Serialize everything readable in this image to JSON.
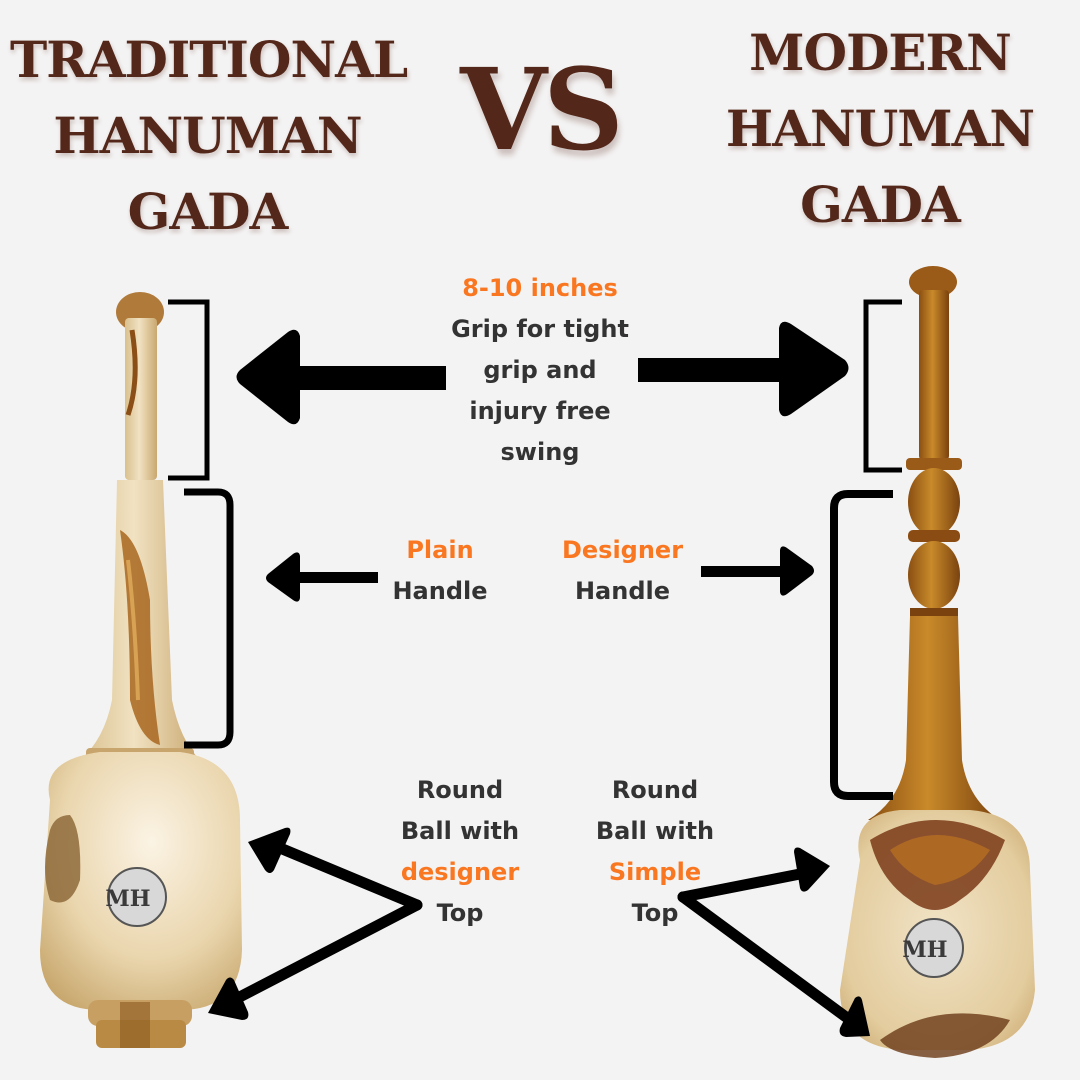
{
  "header": {
    "left_title": [
      "TRADITIONAL",
      "HANUMAN",
      "GADA"
    ],
    "vs": "VS",
    "right_title": [
      "MODERN",
      "HANUMAN",
      "GADA"
    ]
  },
  "annotations": {
    "grip": {
      "highlight": "8-10 inches",
      "lines": [
        "Grip for tight",
        "grip and",
        "injury free",
        "swing"
      ]
    },
    "handle_left": {
      "highlight": "Plain",
      "text": "Handle"
    },
    "handle_right": {
      "highlight": "Designer",
      "text": "Handle"
    },
    "ball_left": {
      "lines_before": [
        "Round",
        "Ball with"
      ],
      "highlight": "designer",
      "line_after": "Top"
    },
    "ball_right": {
      "lines_before": [
        "Round",
        "Ball with"
      ],
      "highlight": "Simple",
      "line_after": "Top"
    }
  },
  "products": {
    "left": {
      "name": "Traditional Hanuman Gada",
      "badge": "MH"
    },
    "right": {
      "name": "Modern Hanuman Gada",
      "badge": "MH"
    }
  },
  "colors": {
    "background": "#f4f3f3",
    "title": "#53281a",
    "highlight": "#fa7722",
    "body_text": "#333333",
    "arrow": "#000000"
  }
}
